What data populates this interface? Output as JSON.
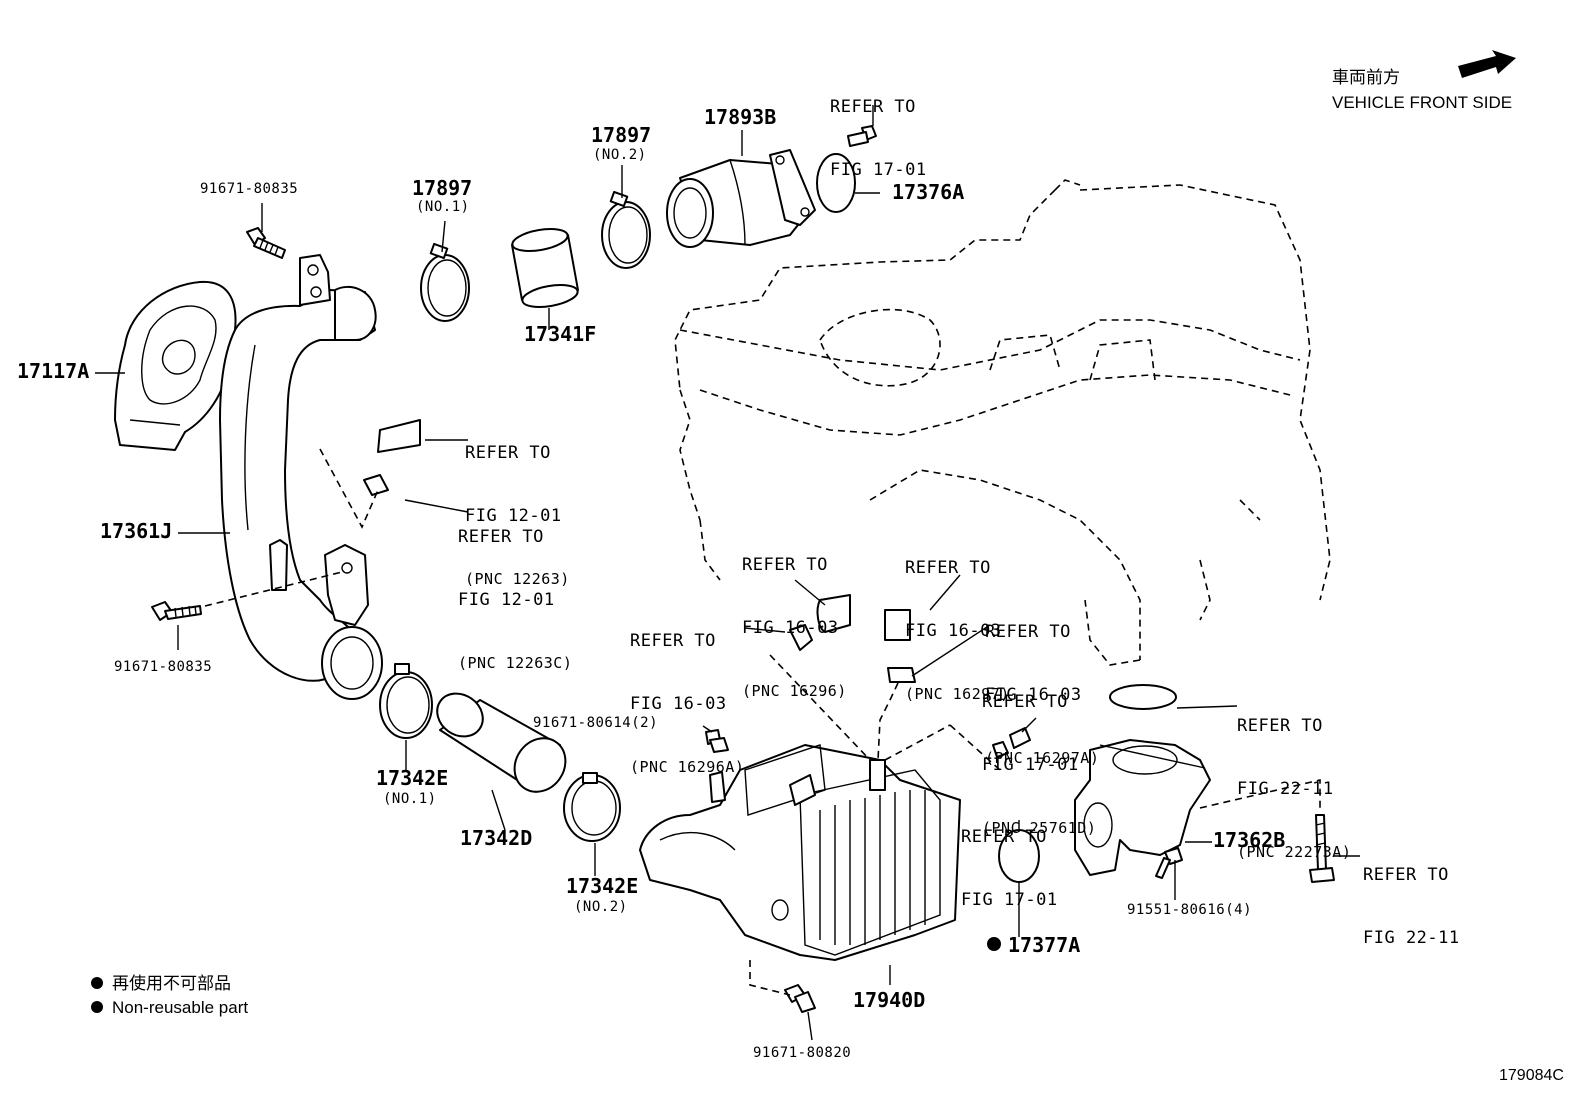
{
  "header": {
    "vehicle_front_jp": "車両前方",
    "vehicle_front_en": "VEHICLE FRONT SIDE"
  },
  "parts": {
    "p17117A": "17117A",
    "p17361J": "17361J",
    "p91671_80835_top": "91671-80835",
    "p91671_80835_bottom": "91671-80835",
    "p17897_no1": "17897",
    "p17897_no1_sub": "(NO.1)",
    "p17897_no2": "17897",
    "p17897_no2_sub": "(NO.2)",
    "p17341F": "17341F",
    "p17893B": "17893B",
    "p17376A": "17376A",
    "p17342E_no1": "17342E",
    "p17342E_no1_sub": "(NO.1)",
    "p17342D": "17342D",
    "p17342E_no2": "17342E",
    "p17342E_no2_sub": "(NO.2)",
    "p91671_80614": "91671-80614(2)",
    "p17940D": "17940D",
    "p91671_80820": "91671-80820",
    "p17377A": "17377A",
    "p17362B": "17362B",
    "p91551_80616": "91551-80616(4)"
  },
  "refs": {
    "r_17_01_top": {
      "line1": "REFER TO",
      "line2": "FIG 17-01",
      "pnc": ""
    },
    "r_12_01_a": {
      "line1": "REFER TO",
      "line2": "FIG 12-01",
      "pnc": "(PNC 12263)"
    },
    "r_12_01_b": {
      "line1": "REFER TO",
      "line2": "FIG 12-01",
      "pnc": "(PNC 12263C)"
    },
    "r_16_03_a": {
      "line1": "REFER TO",
      "line2": "FIG 16-03",
      "pnc": "(PNC 16296)"
    },
    "r_16_03_b": {
      "line1": "REFER TO",
      "line2": "FIG 16-03",
      "pnc": "(PNC 16297)"
    },
    "r_16_03_c": {
      "line1": "REFER TO",
      "line2": "FIG 16-03",
      "pnc": "(PNC 16296A)"
    },
    "r_16_03_d": {
      "line1": "REFER TO",
      "line2": "FIG 16-03",
      "pnc": "(PNC 16297A)"
    },
    "r_17_01_pnc": {
      "line1": "REFER TO",
      "line2": "FIG 17-01",
      "pnc": "(PNC 25761D)"
    },
    "r_22_11_pnc": {
      "line1": "REFER TO",
      "line2": "FIG 22-11",
      "pnc": "(PNC 22273A)"
    },
    "r_17_01_low": {
      "line1": "REFER TO",
      "line2": "FIG 17-01",
      "pnc": ""
    },
    "r_22_11_low": {
      "line1": "REFER TO",
      "line2": "FIG 22-11",
      "pnc": ""
    }
  },
  "legend": {
    "non_reusable_jp": "再使用不可部品",
    "non_reusable_en": "Non-reusable part"
  },
  "figure_id": "179084C",
  "icons": {
    "front_arrow": "arrow-right-icon",
    "non_reusable_marker": "filled-dot-icon"
  }
}
